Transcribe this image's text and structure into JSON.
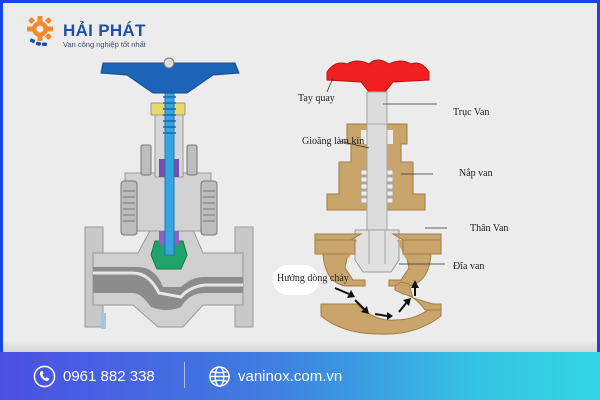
{
  "brand": {
    "name": "HẢI PHÁT",
    "tagline": "Van công nghiệp tốt nhất",
    "colors": {
      "gear": "#f08a2c",
      "gear_base": "#1f4fa8",
      "name": "#1f4fa8"
    }
  },
  "diagram": {
    "left_figure": "gate-valve-cross-section",
    "right_figure": "globe-valve-cross-section",
    "labels": {
      "tay_quay": "Tay quay",
      "truc_van": "Trục Van",
      "gioang_lam_kin": "Gioăng làm kín",
      "nap_van": "Nắp van",
      "than_van": "Thân Van",
      "dia_van": "Đĩa van",
      "huong_dong_chay": "Hướng dòng chảy"
    },
    "colors": {
      "handwheel_red": "#f02020",
      "body_bronze": "#c9a56b",
      "stem_gray": "#d9d9d9",
      "left_handwheel_blue": "#1d64b8",
      "left_stem_cyan": "#35a6e0",
      "left_disc_green": "#1fa36a",
      "left_packing_purple": "#7b4bb0",
      "left_body_gray": "#c8c8c8"
    }
  },
  "footer": {
    "phone": "0961 882 338",
    "website": "vaninox.com.vn",
    "phone_icon": "phone-icon",
    "web_icon": "globe-icon"
  },
  "frame_color": "#1446e8",
  "background": "#ececec"
}
